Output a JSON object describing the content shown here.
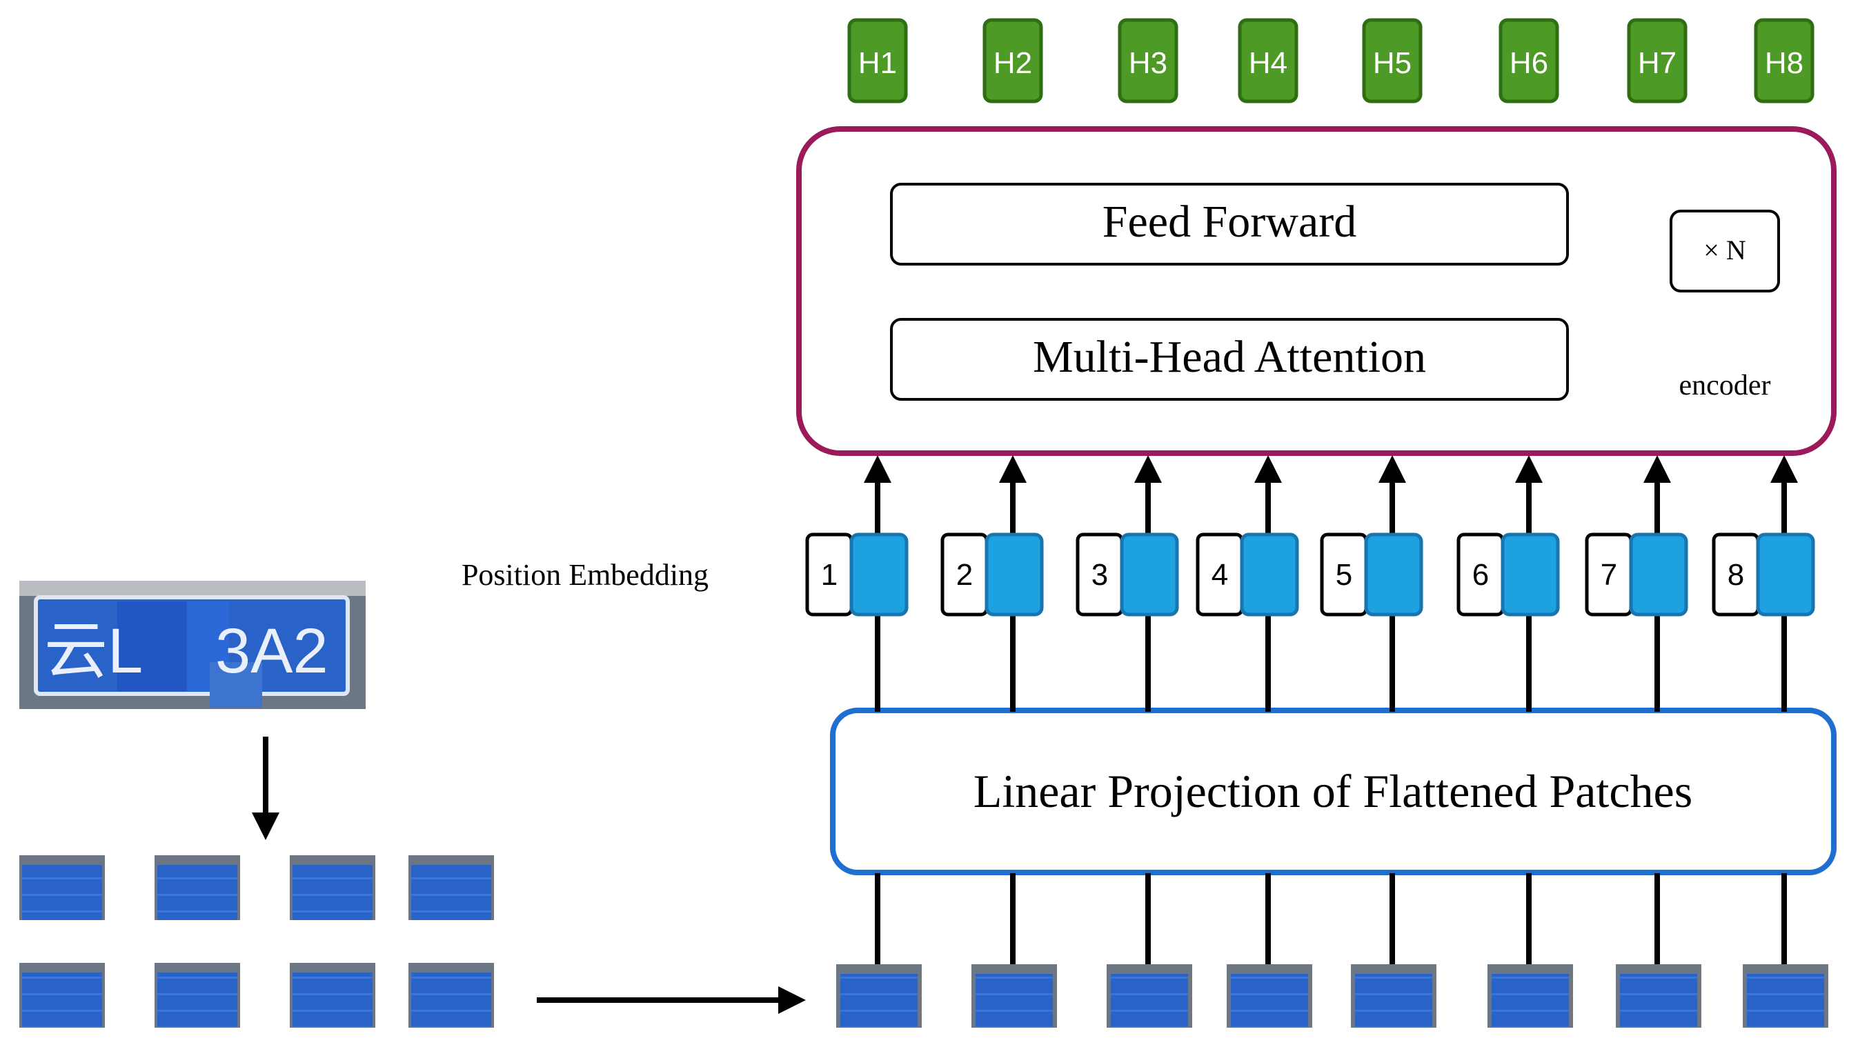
{
  "heads": [
    "H1",
    "H2",
    "H3",
    "H4",
    "H5",
    "H6",
    "H7",
    "H8"
  ],
  "encoder": {
    "feed_forward": "Feed Forward",
    "attention": "Multi-Head Attention",
    "repeat": "× N",
    "label": "encoder"
  },
  "position_embedding_label": "Position Embedding",
  "positions": [
    "1",
    "2",
    "3",
    "4",
    "5",
    "6",
    "7",
    "8"
  ],
  "projection_label": "Linear Projection of Flattened Patches",
  "plate_image": "license-plate-photo",
  "colors": {
    "head_fill": "#4e9a26",
    "head_stroke": "#2f6e12",
    "encoder_border": "#9b1b5a",
    "projection_border": "#1f6fd1",
    "embedding_fill": "#1ea1e0",
    "embedding_stroke": "#1776b0",
    "plate_blue": "#2a63c8",
    "plate_bg": "#6d7784"
  }
}
